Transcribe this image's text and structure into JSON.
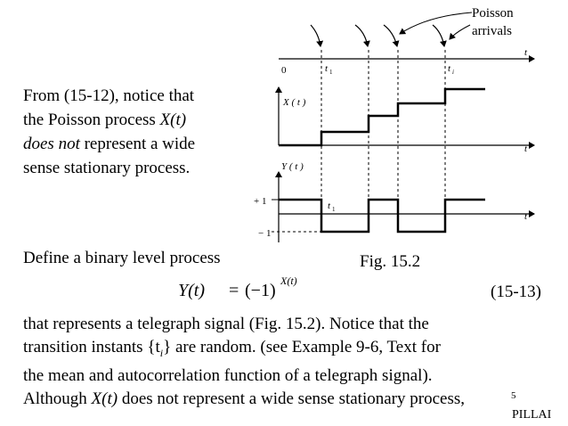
{
  "paragraph_top": {
    "line1": "From (15-12), notice that",
    "line2_prefix": "the Poisson process ",
    "line2_var": "X(t)",
    "line3_italic": "does not",
    "line3_rest": " represent a wide",
    "line4": "sense stationary process."
  },
  "figure": {
    "callout_line1": "Poisson",
    "callout_line2": "arrivals",
    "zero_label": "0",
    "t1_label": "t",
    "t1_sub": "1",
    "ti_label": "t",
    "ti_sub": "i",
    "axis_t": "t",
    "x_label": "X ( t )",
    "y_label": "Y ( t )",
    "plus_one": "+ 1",
    "minus_one": "− 1",
    "caption": "Fig. 15.2"
  },
  "define_line": "Define a binary level process",
  "equation": {
    "lhs": "Y(t)",
    "sign": "=",
    "base": "(−1)",
    "exponent": "X(t)",
    "number": "(15-13)"
  },
  "body": {
    "line1": "that represents a telegraph signal (Fig. 15.2). Notice that the",
    "line2_prefix": "transition instants {t",
    "line2_sub": "i",
    "line2_rest": "} are random. (see Example 9-6, Text for",
    "line3": "the mean and autocorrelation function of a telegraph signal).",
    "line4_prefix": "Although ",
    "line4_var": "X(t)",
    "line4_rest": " does not represent a wide sense stationary process,"
  },
  "footer": {
    "page_number": "5",
    "author": "PILLAI"
  }
}
